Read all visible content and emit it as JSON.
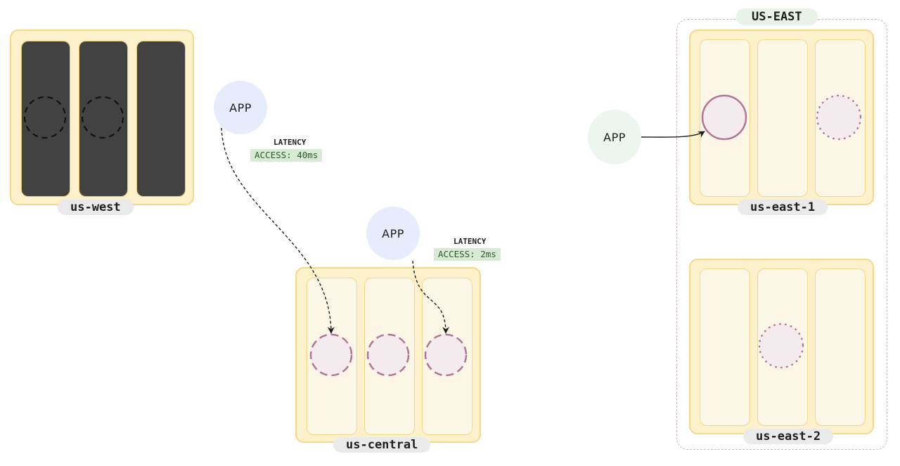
{
  "regions": {
    "us_west": {
      "label": "us-west"
    },
    "us_central": {
      "label": "us-central"
    },
    "us_east_1": {
      "label": "us-east-1"
    },
    "us_east_2": {
      "label": "us-east-2"
    }
  },
  "group": {
    "label": "US-EAST"
  },
  "apps": {
    "app_west": {
      "label": "APP"
    },
    "app_central": {
      "label": "APP"
    },
    "app_east": {
      "label": "APP"
    }
  },
  "latency": {
    "west": {
      "title": "LATENCY",
      "access": "ACCESS: 40ms"
    },
    "central": {
      "title": "LATENCY",
      "access": "ACCESS: 2ms"
    }
  },
  "colors": {
    "region_fill": "#fdf1cc",
    "region_border": "#f5d98a",
    "unavailable_zone": "#424242",
    "replica_stroke": "#b27595",
    "replica_fill": "#f4ebef",
    "app_blue": "#e6ecfb",
    "app_green": "#edf6ee",
    "badge_fill": "#d7ead3",
    "badge_text": "#2f5a2c"
  }
}
